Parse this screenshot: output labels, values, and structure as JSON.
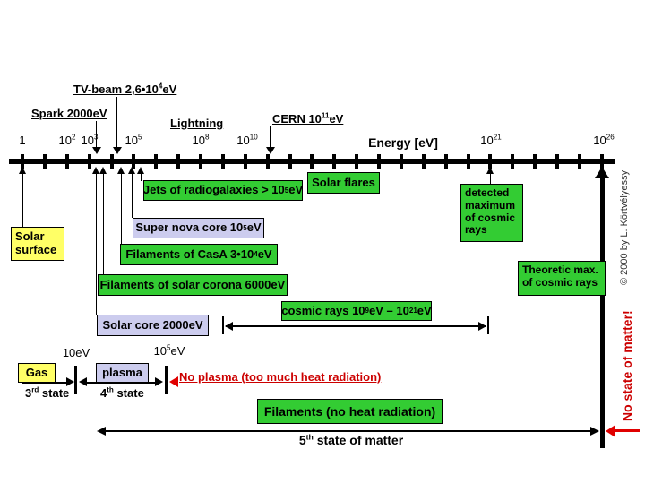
{
  "colors": {
    "box_green": "#33cc33",
    "box_lavender": "#ccccee",
    "box_yellow": "#ffff66",
    "warning_red": "#cc0000",
    "axis_black": "#000000"
  },
  "axis": {
    "title": "Energy [eV]",
    "ticks": [
      {
        "label": [
          {
            "t": "1"
          }
        ]
      },
      {
        "label": [
          {
            "t": "10"
          },
          {
            "sup": "2"
          }
        ]
      },
      {
        "label": [
          {
            "t": "10"
          },
          {
            "sup": "3"
          }
        ]
      },
      {
        "label": [
          {
            "t": "10"
          },
          {
            "sup": "5"
          }
        ]
      },
      {
        "label": [
          {
            "t": "10"
          },
          {
            "sup": "8"
          }
        ]
      },
      {
        "label": [
          {
            "t": "10"
          },
          {
            "sup": "10"
          }
        ]
      },
      {
        "label": [
          {
            "t": "10"
          },
          {
            "sup": "21"
          }
        ]
      },
      {
        "label": [
          {
            "t": "10"
          },
          {
            "sup": "26"
          }
        ]
      }
    ]
  },
  "annotations": {
    "tv_beam": [
      {
        "t": "TV-beam 2,6•10"
      },
      {
        "sup": "4"
      },
      {
        "t": "eV"
      }
    ],
    "spark": [
      {
        "t": "Spark 2000eV"
      }
    ],
    "lightning": [
      {
        "t": "Lightning"
      }
    ],
    "cern": [
      {
        "t": "CERN 10"
      },
      {
        "sup": "11"
      },
      {
        "t": "eV"
      }
    ]
  },
  "boxes": {
    "solar_surface": "Solar surface",
    "jets": [
      {
        "t": "Jets of radiogalaxies > 10"
      },
      {
        "sup": "5"
      },
      {
        "t": "eV"
      }
    ],
    "solar_flares": "Solar flares",
    "supernova": [
      {
        "t": "Super nova core 10"
      },
      {
        "sup": "5"
      },
      {
        "t": "eV"
      }
    ],
    "casa": [
      {
        "t": "Filaments of CasA 3•10"
      },
      {
        "sup": "4"
      },
      {
        "t": "eV"
      }
    ],
    "corona": "Filaments of solar corona 6000eV",
    "detected_max": "detected maximum of cosmic rays",
    "theoretic_max": "Theoretic max. of cosmic rays",
    "solar_core": "Solar core 2000eV",
    "cosmic_rays": [
      {
        "t": "cosmic rays 10"
      },
      {
        "sup": "9"
      },
      {
        "t": "eV – 10"
      },
      {
        "sup": "21"
      },
      {
        "t": "eV"
      }
    ],
    "gas": "Gas",
    "plasma": "plasma",
    "filaments": "Filaments (no heat radiation)"
  },
  "bottom": {
    "ev10": "10eV",
    "ev10e5": [
      {
        "t": "10"
      },
      {
        "sup": "5"
      },
      {
        "t": "eV"
      }
    ],
    "no_plasma": "No plasma (too much heat radiation)",
    "state3": [
      {
        "t": "3"
      },
      {
        "sup": "rd"
      },
      {
        "t": " state"
      }
    ],
    "state4": [
      {
        "t": "4"
      },
      {
        "sup": "th"
      },
      {
        "t": " state"
      }
    ],
    "state5": [
      {
        "t": "5"
      },
      {
        "sup": "th"
      },
      {
        "t": " state of matter"
      }
    ]
  },
  "side": {
    "no_state": "No state of matter!",
    "copyright": "© 2000 by L. Körtvélyessy"
  }
}
